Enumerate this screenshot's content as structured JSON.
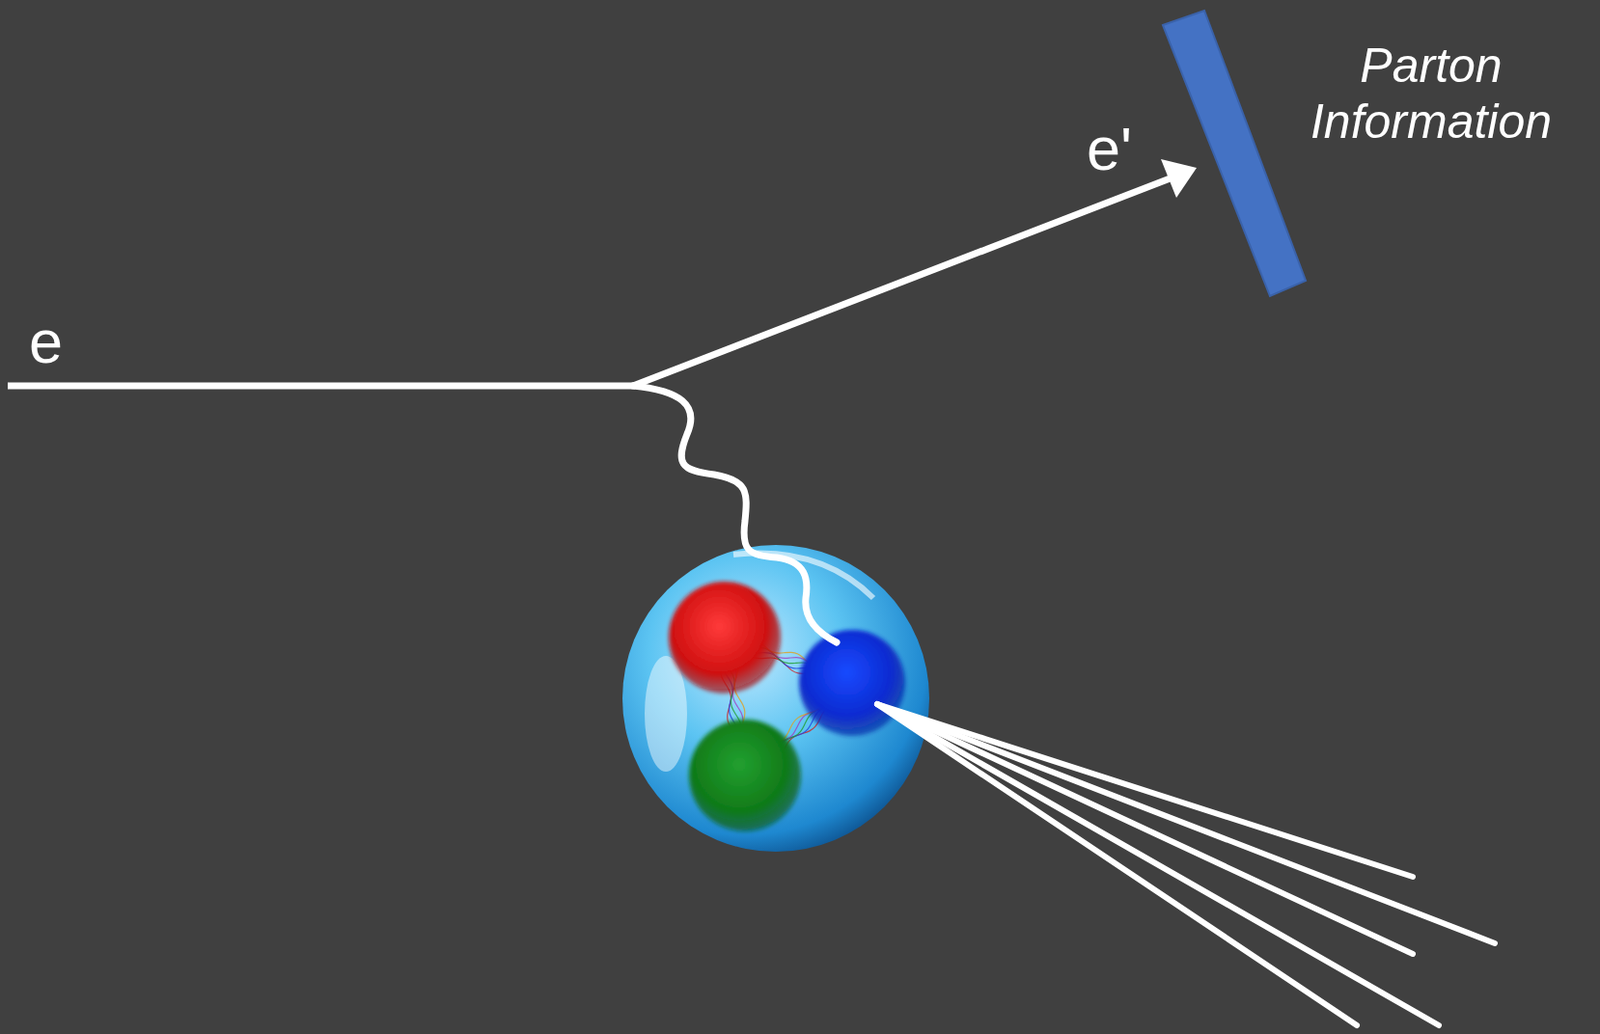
{
  "diagram": {
    "labels": [
      "e",
      "e'",
      "Parton Information"
    ]
  }
}
